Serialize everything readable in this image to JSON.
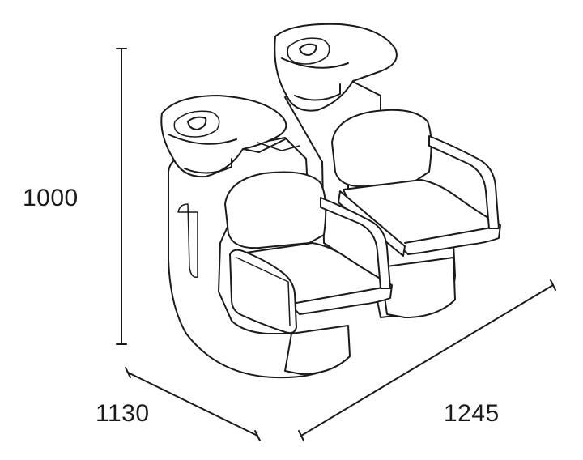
{
  "dimensions": {
    "height": "1000",
    "depth": "1130",
    "width": "1245"
  },
  "colors": {
    "line": "#1a1a1a",
    "background": "#ffffff"
  }
}
